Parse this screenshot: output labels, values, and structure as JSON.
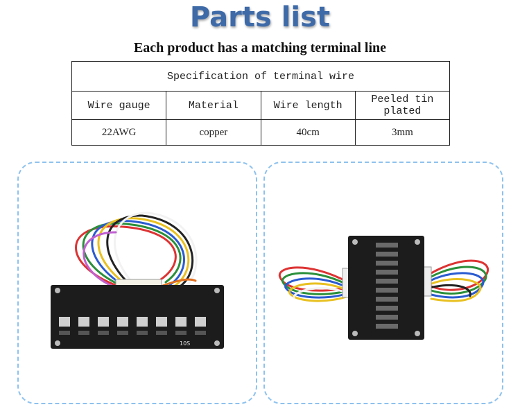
{
  "header": {
    "title": "Parts list",
    "subtitle": "Each product has a matching terminal line"
  },
  "spec_table": {
    "caption": "Specification of terminal wire",
    "columns": [
      "Wire gauge",
      "Material",
      "Wire length",
      "Peeled tin plated"
    ],
    "values": [
      "22AWG",
      "copper",
      "40cm",
      "3mm"
    ]
  },
  "images": {
    "left": {
      "icon": "balancer-board-front-photo",
      "board_label": "10S"
    },
    "right": {
      "icon": "balancer-board-angled-photo"
    }
  },
  "colors": {
    "title": "#3e6aa8",
    "panel_border": "#8ec2ee",
    "board": "#1c1c1c"
  }
}
